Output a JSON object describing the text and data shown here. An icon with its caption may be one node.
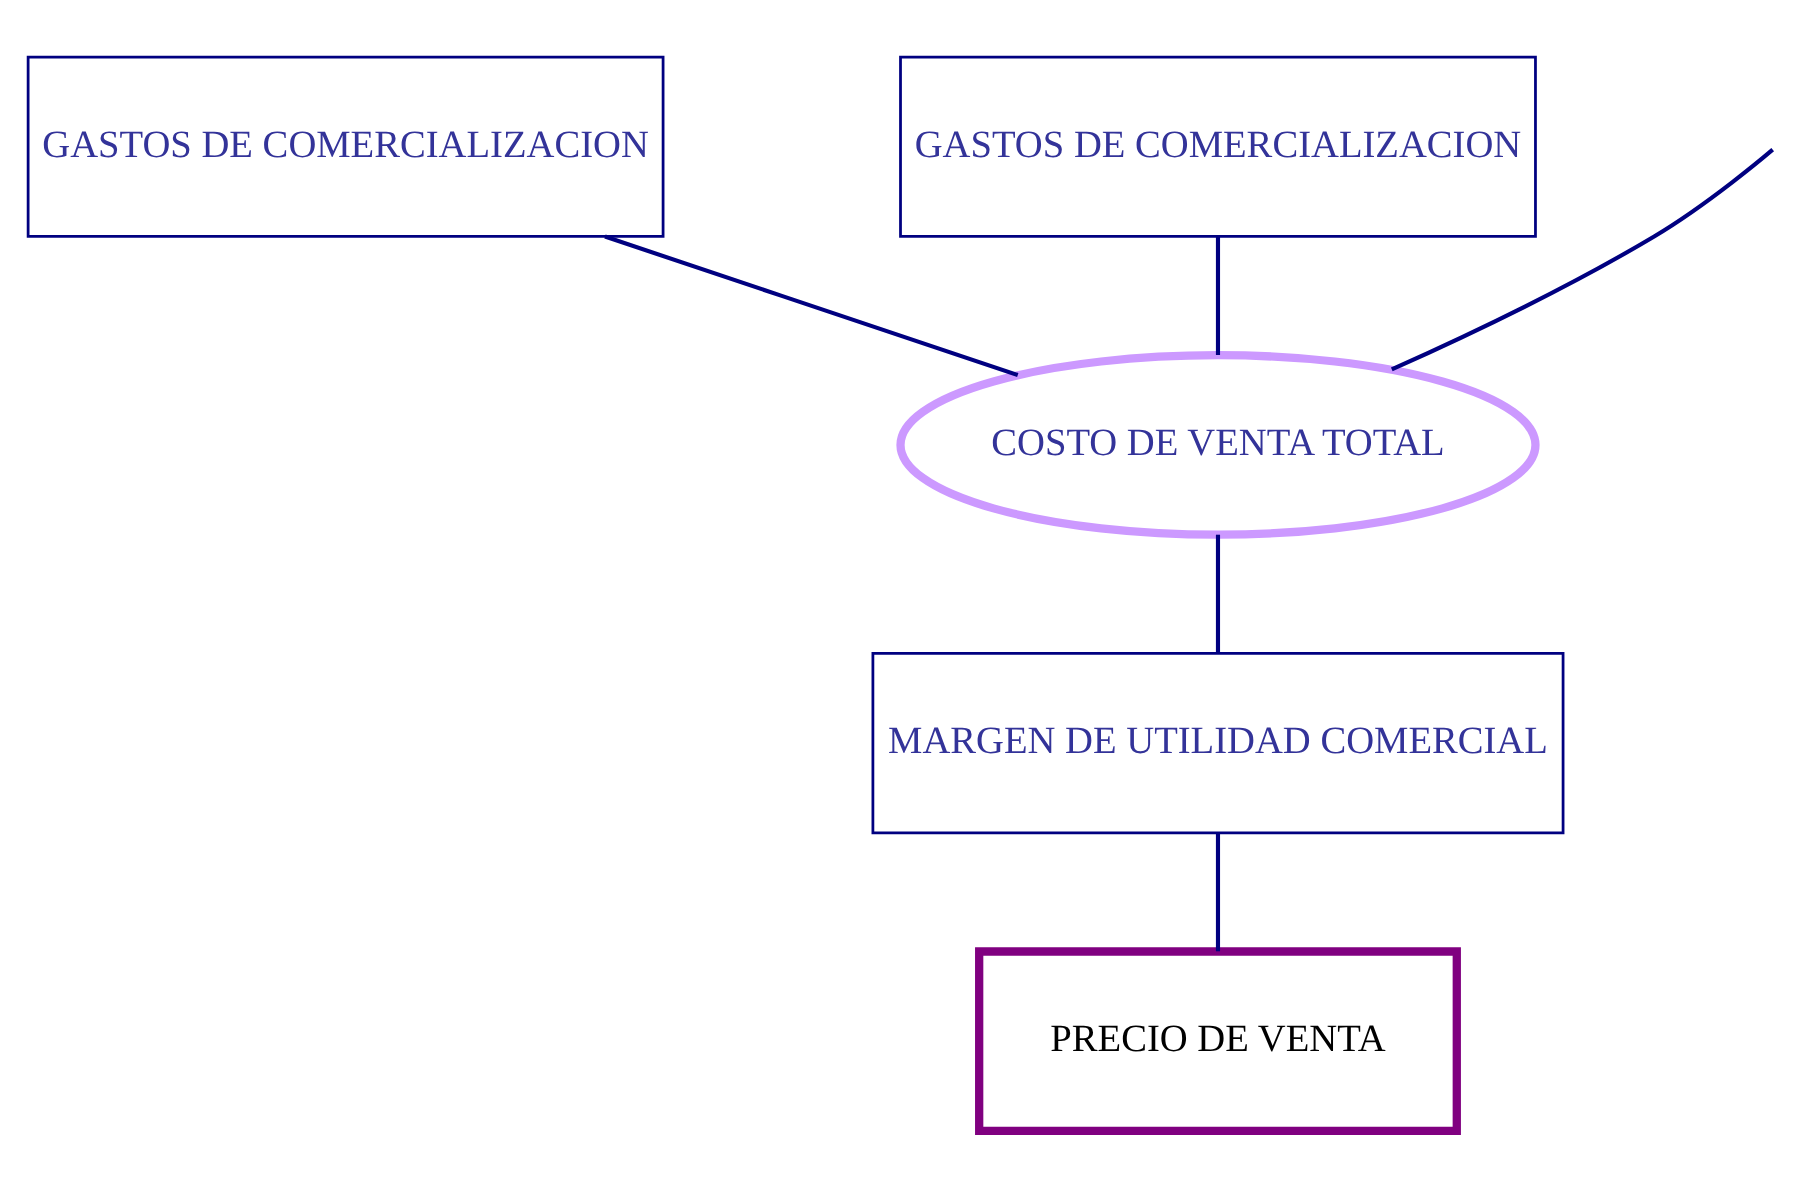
{
  "diagram": {
    "nodes": [
      {
        "text": [
          "GASTOS DE COMERCIALIZACION"
        ]
      },
      {
        "text": [
          "GASTOS DE COMERCIALIZACION"
        ]
      },
      {
        "text": [
          "COSTO DE VENTA TOTAL"
        ]
      },
      {
        "text": [
          "MARGEN DE UTILIDAD COMERCIAL"
        ]
      },
      {
        "text": [
          "PRECIO DE VENTA"
        ]
      }
    ],
    "edges": [
      {
        "from": null,
        "to": 2,
        "arrow": "none"
      },
      {
        "from": 0,
        "to": 2,
        "arrow": "none"
      },
      {
        "from": 1,
        "to": 2,
        "arrow": "none"
      },
      {
        "from": 2,
        "to": 3,
        "arrow": "none"
      },
      {
        "from": 3,
        "to": 4,
        "arrow": "none"
      }
    ]
  }
}
